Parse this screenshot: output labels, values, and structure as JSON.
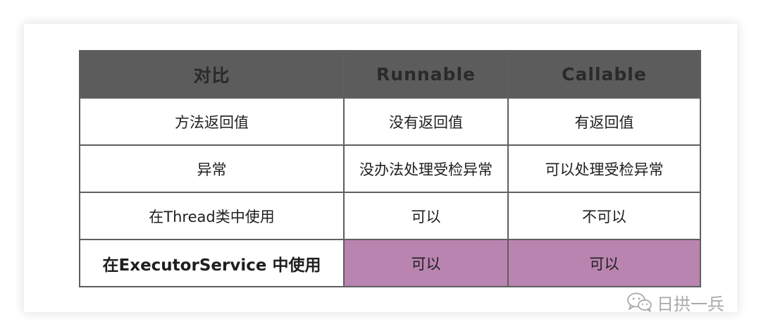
{
  "table": {
    "headers": [
      "对比",
      "Runnable",
      "Callable"
    ],
    "rows": [
      [
        "方法返回值",
        "没有返回值",
        "有返回值"
      ],
      [
        "异常",
        "没办法处理受检异常",
        "可以处理受检异常"
      ],
      [
        "在Thread类中使用",
        "可以",
        "不可以"
      ],
      [
        "在ExecutorService 中使用",
        "可以",
        "可以"
      ]
    ]
  },
  "watermark": {
    "icon": "wechat-icon",
    "text": "日拱一兵"
  },
  "colors": {
    "header_bg": "#5c5c5c",
    "highlight_bg": "#b984b0",
    "border": "#5f5f5f"
  }
}
